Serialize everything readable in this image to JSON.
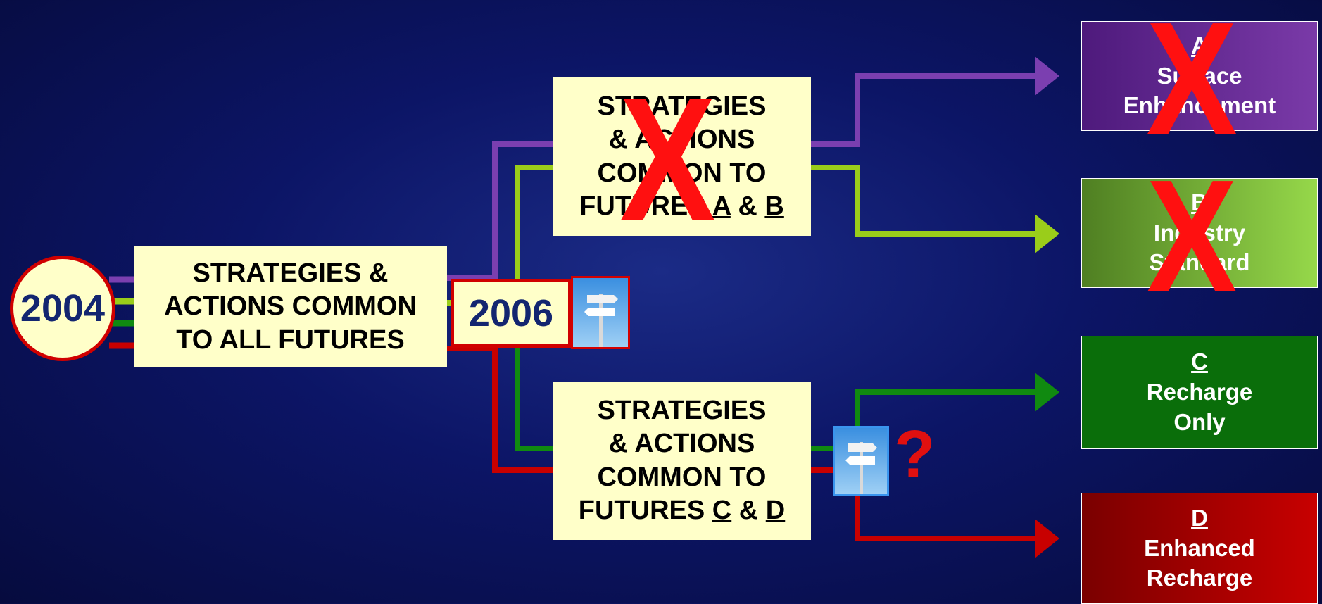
{
  "start_year": "2004",
  "decision_year": "2006",
  "common_all": [
    "STRATEGIES &",
    "ACTIONS COMMON",
    "TO ALL FUTURES"
  ],
  "common_ab": {
    "lines": [
      "STRATEGIES",
      "& ACTIONS",
      "COMMON TO"
    ],
    "last_prefix": "FUTURES ",
    "letter_1": "A",
    "joiner": " & ",
    "letter_2": "B"
  },
  "common_cd": {
    "lines": [
      "STRATEGIES",
      "& ACTIONS",
      "COMMON TO"
    ],
    "last_prefix": "FUTURES ",
    "letter_1": "C",
    "joiner": " & ",
    "letter_2": "D"
  },
  "futures": [
    {
      "letter": "A",
      "name_1": "Surface",
      "name_2": "Enhancement",
      "color": "#6b2d9e",
      "crossed": true
    },
    {
      "letter": "B",
      "name_1": "Industry",
      "name_2": "Standard",
      "color": "#7fc23a",
      "crossed": true
    },
    {
      "letter": "C",
      "name_1": "Recharge",
      "name_2": "Only",
      "color": "#0a6e0a",
      "crossed": false
    },
    {
      "letter": "D",
      "name_1": "Enhanced",
      "name_2": "Recharge",
      "color": "#b00000",
      "crossed": false
    }
  ],
  "cross_mark": "X",
  "question_mark": "?",
  "colors": {
    "purple": "#7b3fb0",
    "light_green": "#9acd1a",
    "dark_green": "#108a10",
    "red": "#c80000",
    "box_fill": "#ffffc9",
    "year_text": "#132670"
  },
  "icons": [
    "signpost-icon",
    "signpost-icon"
  ]
}
